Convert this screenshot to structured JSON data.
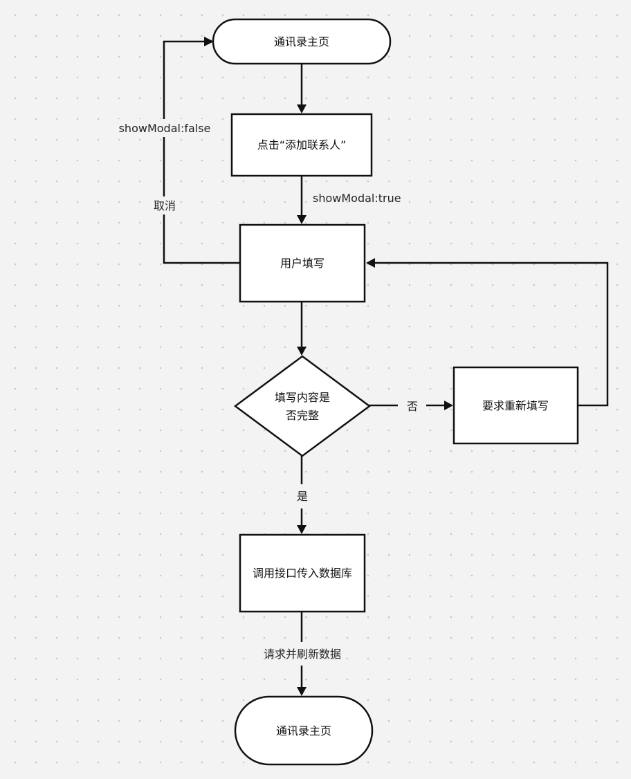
{
  "nodes": {
    "start": "通讯录主页",
    "click_add": "点击“添加联系人”",
    "user_fill": "用户填写",
    "check_line1": "填写内容是",
    "check_line2": "否完整",
    "refill": "要求重新填写",
    "call_api": "调用接口传入数据库",
    "end": "通讯录主页"
  },
  "edges": {
    "cancel_state": "showModal:false",
    "cancel": "取消",
    "open_state": "showModal:true",
    "no": "否",
    "yes": "是",
    "refresh": "请求并刷新数据"
  }
}
